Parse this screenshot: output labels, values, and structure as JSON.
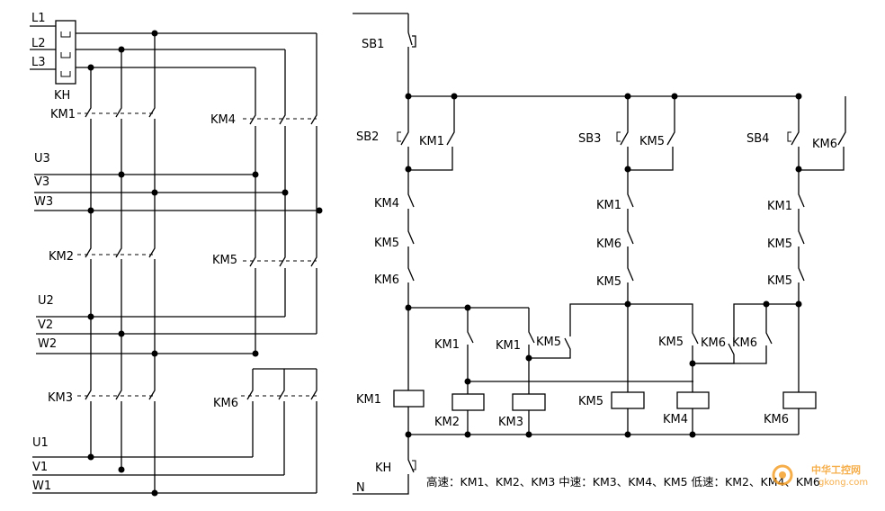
{
  "power": {
    "phases": [
      "L1",
      "L2",
      "L3"
    ],
    "overload": "KH",
    "contactors": [
      "KM1",
      "KM2",
      "KM3",
      "KM4",
      "KM5",
      "KM6"
    ],
    "high_windings": [
      "U3",
      "V3",
      "W3"
    ],
    "mid_windings": [
      "U2",
      "V2",
      "W2"
    ],
    "low_windings": [
      "U1",
      "V1",
      "W1"
    ]
  },
  "control": {
    "buttons": [
      "SB1",
      "SB2",
      "SB3",
      "SB4"
    ],
    "coils": [
      "KM1",
      "KM2",
      "KM3",
      "KM5",
      "KM4",
      "KM6"
    ],
    "column1_interlocks": [
      "KM4",
      "KM5",
      "KM6"
    ],
    "column2_interlocks": [
      "KM1",
      "KM6",
      "KM5"
    ],
    "column3_interlocks": [
      "KM1",
      "KM5",
      "KM5"
    ],
    "hold_contacts": [
      "KM1",
      "KM5",
      "KM6"
    ],
    "branch_contacts": [
      "KM1",
      "KM1",
      "KM5",
      "KM5",
      "KM6",
      "KM6"
    ],
    "overload": "KH",
    "neutral": "N"
  },
  "legend": {
    "text": "高速：KM1、KM2、KM3  中速：KM3、KM4、KM5  低速：KM2、KM4、KM6"
  },
  "watermark": {
    "cn": "中华工控网",
    "url": "gkong.com"
  },
  "colors": {
    "line": "#000000",
    "watermark_orange": "#f39a1e"
  }
}
